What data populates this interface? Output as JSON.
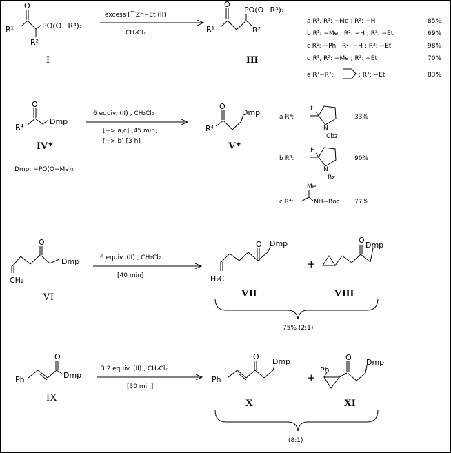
{
  "scheme1": {
    "reactant_label": "I",
    "reactant_r1": "R¹",
    "reactant_phosphonate": "PO(O−R³)₂",
    "reactant_r2": "R²",
    "reagent_above": "excess I⌒Zn−Et  (II)",
    "solvent": "CH₂Cl₂",
    "product_label": "III",
    "product_r1": "R¹",
    "product_phosphonate": "PO(O−R³)₂",
    "product_r2": "R²",
    "substituents": [
      {
        "text": "a R¹, R³: −Me ; R²: −H",
        "yield": "85%"
      },
      {
        "text": "b R¹: −Me ; R²: −H ; R³: −Et",
        "yield": "69%"
      },
      {
        "text": "c R¹: −Ph ; R²: −H ; R³: −Et",
        "yield": "98%"
      },
      {
        "text": "d R¹, R²: −Me ; R³: −Et",
        "yield": "70%"
      },
      {
        "text": "e R¹−R²:",
        "tail": "; R³: −Et",
        "yield": "83%"
      }
    ]
  },
  "scheme2": {
    "reactant_label": "IV*",
    "r4": "R⁴",
    "dmp": "Dmp",
    "reagent_above": "6 equiv. (II) , CH₂Cl₂",
    "condition_1": "[−> a,c]  [45 min]",
    "condition_2": "[−> b]     [3 h]",
    "product_label": "V*",
    "dmp_definition": "Dmp: −PO(O−Me)₂",
    "substituents": [
      {
        "label": "a R⁴:",
        "group": "Cbz",
        "yield": "33%"
      },
      {
        "label": "b R⁴:",
        "group": "Bz",
        "yield": "90%"
      },
      {
        "label": "c R⁴:",
        "group": "NH−Boc",
        "extra": "Me",
        "yield": "77%"
      }
    ]
  },
  "scheme3": {
    "reactant_label": "VI",
    "dmp": "Dmp",
    "ch2": "CH₂",
    "reagent_above": "6 equiv. (II) , CH₂Cl₂",
    "condition": "[40 min]",
    "product1_label": "VII",
    "product1_h2c": "H₂C",
    "plus": "+",
    "product2_label": "VIII",
    "yield": "75% (2:1)"
  },
  "scheme4": {
    "reactant_label": "IX",
    "ph": "Ph",
    "dmp": "Dmp",
    "reagent_above": "3.2 equiv. (II) , CH₂Cl₂",
    "condition": "[30 min]",
    "product1_label": "X",
    "plus": "+",
    "product2_label": "XI",
    "ratio": "(8:1)"
  }
}
